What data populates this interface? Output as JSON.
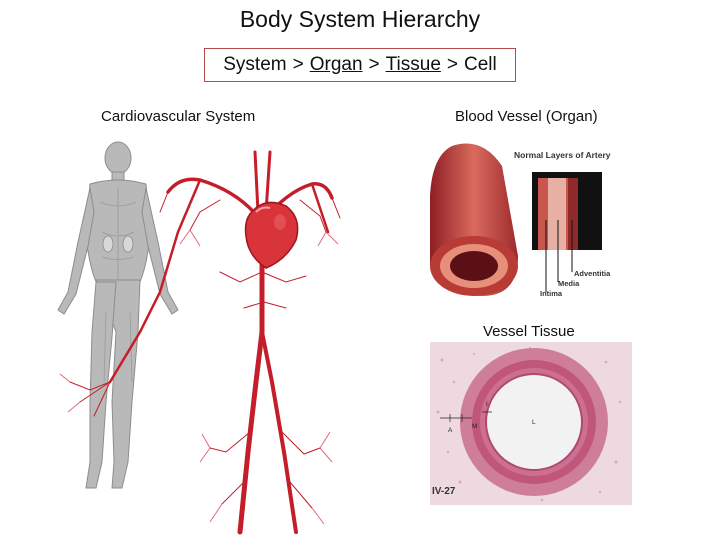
{
  "title": "Body System Hierarchy",
  "hierarchy": {
    "system": "System",
    "organ": "Organ",
    "tissue": "Tissue",
    "cell": "Cell",
    "separator": ">"
  },
  "panels": {
    "cardio_caption": "Cardiovascular System",
    "vessel_caption": "Blood Vessel (Organ)",
    "tissue_caption": "Vessel Tissue"
  },
  "artery_diagram": {
    "heading": "Normal Layers of Artery",
    "labels": {
      "adventitia": "Adventitia",
      "media": "Media",
      "intima": "Intima"
    }
  },
  "micrograph": {
    "labels": {
      "lumen": "L",
      "intima": "I",
      "media": "M",
      "adventitia": "A"
    },
    "plate_id": "IV-27"
  },
  "colors": {
    "vessel_red": "#c41e2a",
    "heart_red": "#d9343a",
    "tissue_pink": "#d98aa6",
    "box_border": "#b44a4a"
  }
}
